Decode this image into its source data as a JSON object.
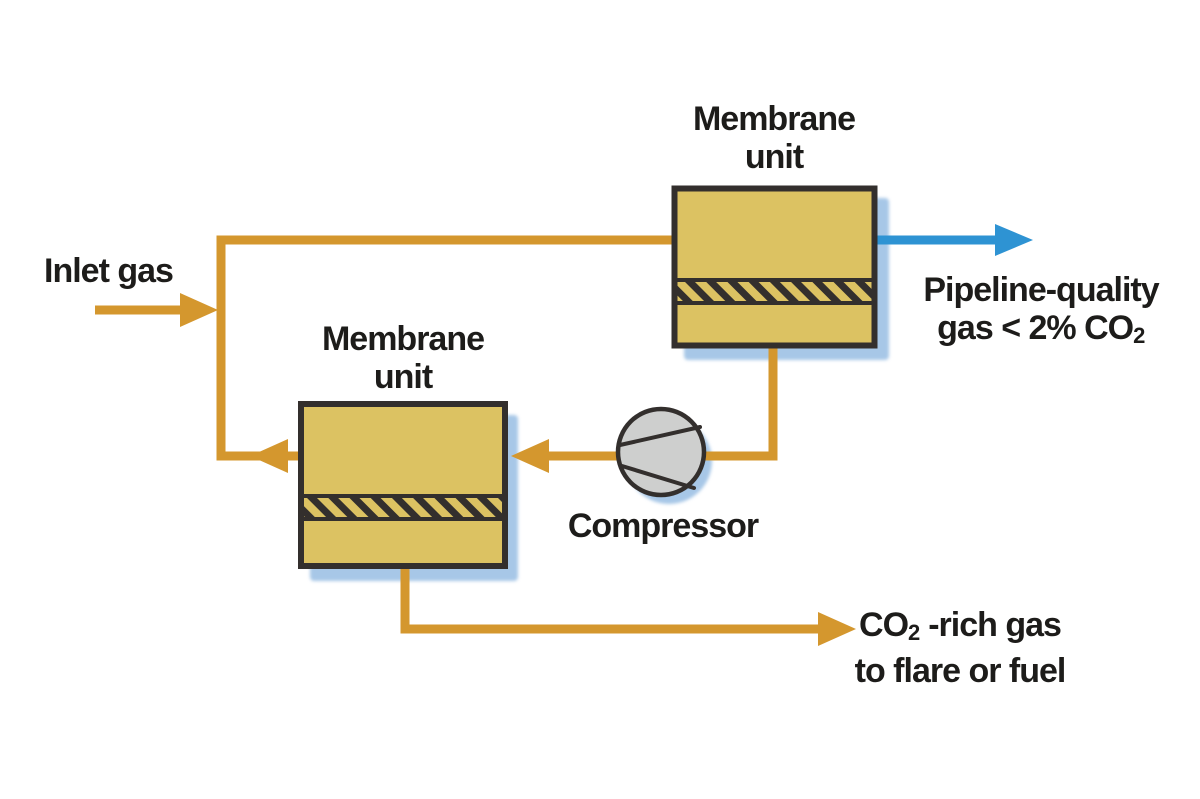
{
  "diagram": {
    "labels": {
      "inlet_gas": "Inlet gas",
      "membrane_unit_top": {
        "line1": "Membrane",
        "line2": "unit"
      },
      "membrane_unit_bottom": {
        "line1": "Membrane",
        "line2": "unit"
      },
      "compressor": "Compressor",
      "pipeline_quality_gas": {
        "line1": "Pipeline-quality",
        "line2_prefix": "gas < 2% CO",
        "line2_sub": "2"
      },
      "co2_rich_gas": {
        "line1_prefix": "CO",
        "line1_sub": "2",
        "line1_suffix": " -rich gas",
        "line2": "to flare or fuel"
      }
    },
    "colors": {
      "background": "#ffffff",
      "vessel_fill": "#dcc262",
      "vessel_outline": "#332f2d",
      "membrane_hatch": "#332f2d",
      "pipe_orange": "#d4972e",
      "pipeline_blue": "#2e93d3",
      "shadow_blue": "#a7c7e7",
      "compressor_fill": "#cecfce",
      "text": "#1d1c1a"
    }
  }
}
